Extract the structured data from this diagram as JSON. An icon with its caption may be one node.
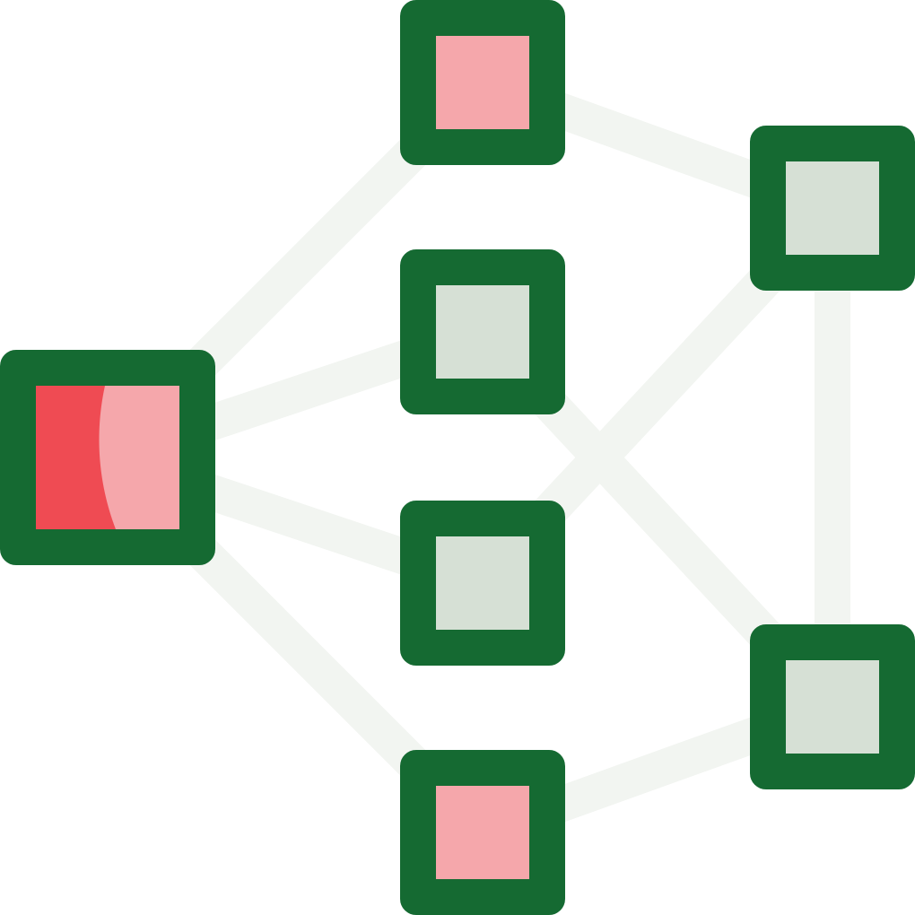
{
  "diagram": {
    "nodes": [
      {
        "text": [],
        "shape": "box"
      },
      {
        "text": [],
        "shape": "box"
      },
      {
        "text": [],
        "shape": "box"
      },
      {
        "text": [],
        "shape": "box"
      },
      {
        "text": [],
        "shape": "box"
      },
      {
        "text": [],
        "shape": "box"
      },
      {
        "text": [],
        "shape": "box"
      }
    ],
    "edges": [
      {
        "from": 0,
        "to": 1,
        "arrow": "none"
      },
      {
        "from": 0,
        "to": 2,
        "arrow": "none"
      },
      {
        "from": 0,
        "to": 3,
        "arrow": "none"
      },
      {
        "from": 0,
        "to": 4,
        "arrow": "none"
      },
      {
        "from": 1,
        "to": 5,
        "arrow": "none"
      },
      {
        "from": 2,
        "to": 6,
        "arrow": "none"
      },
      {
        "from": 3,
        "to": 5,
        "arrow": "none"
      },
      {
        "from": 4,
        "to": 6,
        "arrow": "none"
      },
      {
        "from": 5,
        "to": 6,
        "arrow": "none"
      }
    ]
  }
}
